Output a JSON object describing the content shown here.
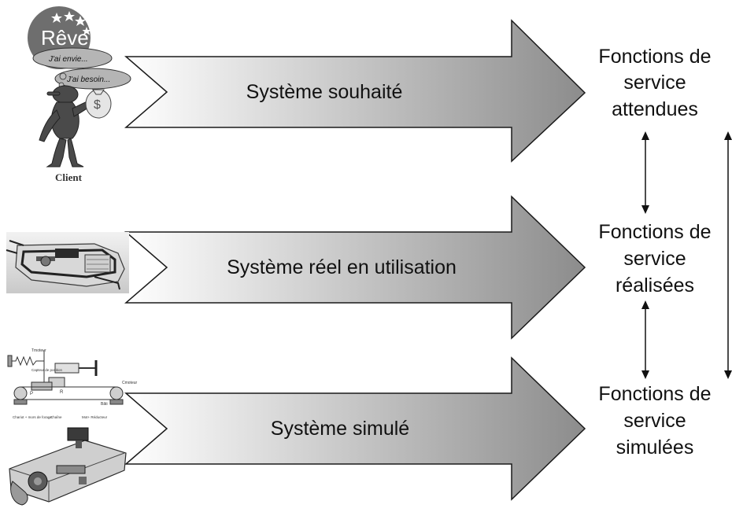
{
  "rows": [
    {
      "arrow_label": "Système souhaité",
      "functions": [
        "Fonctions de",
        "service",
        "attendues"
      ]
    },
    {
      "arrow_label": "Système réel en utilisation",
      "functions": [
        "Fonctions de",
        "service",
        "réalisées"
      ]
    },
    {
      "arrow_label": "Système simulé",
      "functions": [
        "Fonctions de",
        "service",
        "simulées"
      ]
    }
  ],
  "client": {
    "dream": "Rêve",
    "bubble_1": "J'ai envie...",
    "bubble_2": "J'ai besoin...",
    "money_symbol": "$",
    "caption": "Client"
  },
  "schematic": {
    "force_label": "Tmoteur",
    "sensor_label": "Capteur de position",
    "mark_p": "P",
    "mark_r": "R",
    "cm_label": "Cmoteur",
    "bati": "Bâti",
    "chariot": "Chariot + mors de forage",
    "chaine": "Chaîne",
    "moteur": "Mot+ Réducteur"
  },
  "colors": {
    "arrow_light": "#ffffff",
    "arrow_dark": "#8c8c8c",
    "outline": "#1a1a1a"
  }
}
